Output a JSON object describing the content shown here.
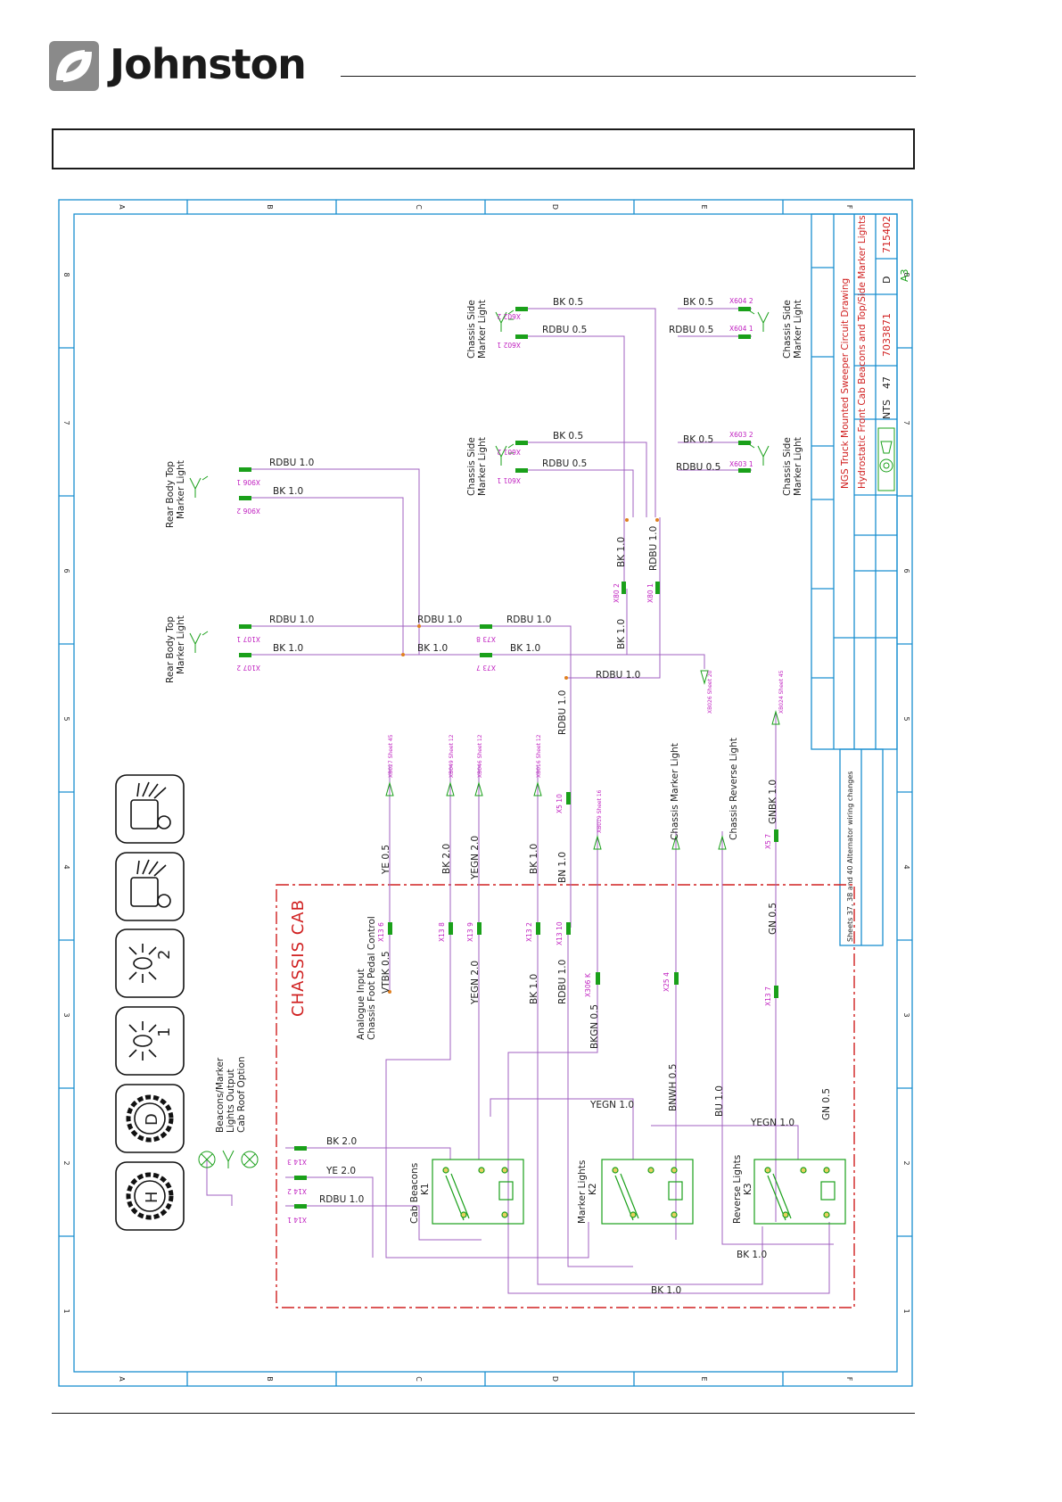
{
  "brand": {
    "name": "Johnston"
  },
  "colors": {
    "frame": "#1a8fd0",
    "wire": "#a060c0",
    "connector": "#1aa01a",
    "cab_boundary": "#d02020",
    "ref": "#c020c0",
    "relay": "#1aa01a"
  },
  "frame": {
    "columns": [
      "A",
      "B",
      "C",
      "D",
      "E",
      "F"
    ],
    "rows": [
      "8",
      "7",
      "6",
      "5",
      "4",
      "3",
      "2",
      "1"
    ]
  },
  "title_block": {
    "description_1": "NGS Truck Mounted Sweeper Circuit Drawing",
    "description_2": "Hydrostatic Front Cab Beacons and Top/Side Marker Lights",
    "drawing_no": "7033871",
    "revision": "D",
    "sheet": "47",
    "scale": "NTS",
    "size": "A3",
    "ecn": "715402",
    "revision_note": "Sheets 37, 38 and 40 Alternator wiring changes"
  },
  "icons": [
    {
      "name": "beacon-body-icon"
    },
    {
      "name": "beacon-cab-icon"
    },
    {
      "name": "marker-lights-2-icon",
      "label": "2"
    },
    {
      "name": "marker-lights-1-icon",
      "label": "1"
    },
    {
      "name": "gear-d-icon",
      "label": "D"
    },
    {
      "name": "gear-h-icon",
      "label": "H"
    }
  ],
  "zone": {
    "label": "CHASSIS CAB"
  },
  "components": {
    "chassis_side_marker_1": [
      "Chassis Side",
      "Marker Light"
    ],
    "chassis_side_marker_2": [
      "Chassis Side",
      "Marker Light"
    ],
    "chassis_side_marker_3": [
      "Chassis Side",
      "Marker Light"
    ],
    "chassis_side_marker_4": [
      "Chassis Side",
      "Marker Light"
    ],
    "rear_body_top_1": [
      "Rear Body Top",
      "Marker Light"
    ],
    "rear_body_top_2": [
      "Rear Body Top",
      "Marker Light"
    ],
    "chassis_marker_light": "Chassis Marker Light",
    "chassis_reverse_light": "Chassis Reverse Light",
    "analogue_input": [
      "Analogue Input",
      "Chassis Foot Pedal Control"
    ],
    "beacons_output": [
      "Beacons/Marker",
      "Lights Output",
      "Cab Roof Option"
    ],
    "relay_k1": [
      "Cab Beacons",
      "K1"
    ],
    "relay_k2": [
      "Marker Lights",
      "K2"
    ],
    "relay_k3": [
      "Reverse Lights",
      "K3"
    ]
  },
  "connectors": {
    "x602_2": "X602 2",
    "x602_1": "X602 1",
    "x601_2": "X601 2",
    "x601_1": "X601 1",
    "x604_2": "X604 2",
    "x604_1": "X604 1",
    "x603_2": "X603 2",
    "x603_1": "X603 1",
    "x906_1": "X906 1",
    "x906_2": "X906 2",
    "x107_1": "X107 1",
    "x107_2": "X107 2",
    "x73_8": "X73 8",
    "x73_7": "X73 7",
    "x80_2": "X80 2",
    "x80_1": "X80 1",
    "x5_10": "X5 10",
    "x5_7": "X5 7",
    "x13_6": "X13 6",
    "x13_8": "X13 8",
    "x13_9": "X13 9",
    "x13_2": "X13 2",
    "x13_10": "X13 10",
    "x13_7": "X13 7",
    "x306_k": "X306 K",
    "x25_4": "X25 4",
    "x14_3": "X14 3",
    "x14_2": "X14 2",
    "x14_1": "X14 1"
  },
  "wires": {
    "bk05": "BK 0.5",
    "rdbu05": "RDBU 0.5",
    "rdbu10": "RDBU 1.0",
    "bk10": "BK 1.0",
    "ye05": "YE 0.5",
    "bk20": "BK 2.0",
    "yegn20": "YEGN 2.0",
    "bn10": "BN 1.0",
    "gnbk10": "GNBK 1.0",
    "gn05": "GN 0.5",
    "vtbk05": "VTBK 0.5",
    "bkgn05": "BKGN 0.5",
    "bnwh05": "BNWH 0.5",
    "bu10": "BU 1.0",
    "yegn10": "YEGN 1.0",
    "ye20": "YE 2.0"
  },
  "refs": {
    "r1": "XB026 Sheet 20",
    "r2": "XB024 Sheet 45",
    "r3": "XB027 Sheet 45",
    "r4": "XB049 Sheet 12",
    "r5": "XB046 Sheet 12",
    "r6": "XB016 Sheet 12",
    "r7": "XB019 Sheet 16"
  }
}
